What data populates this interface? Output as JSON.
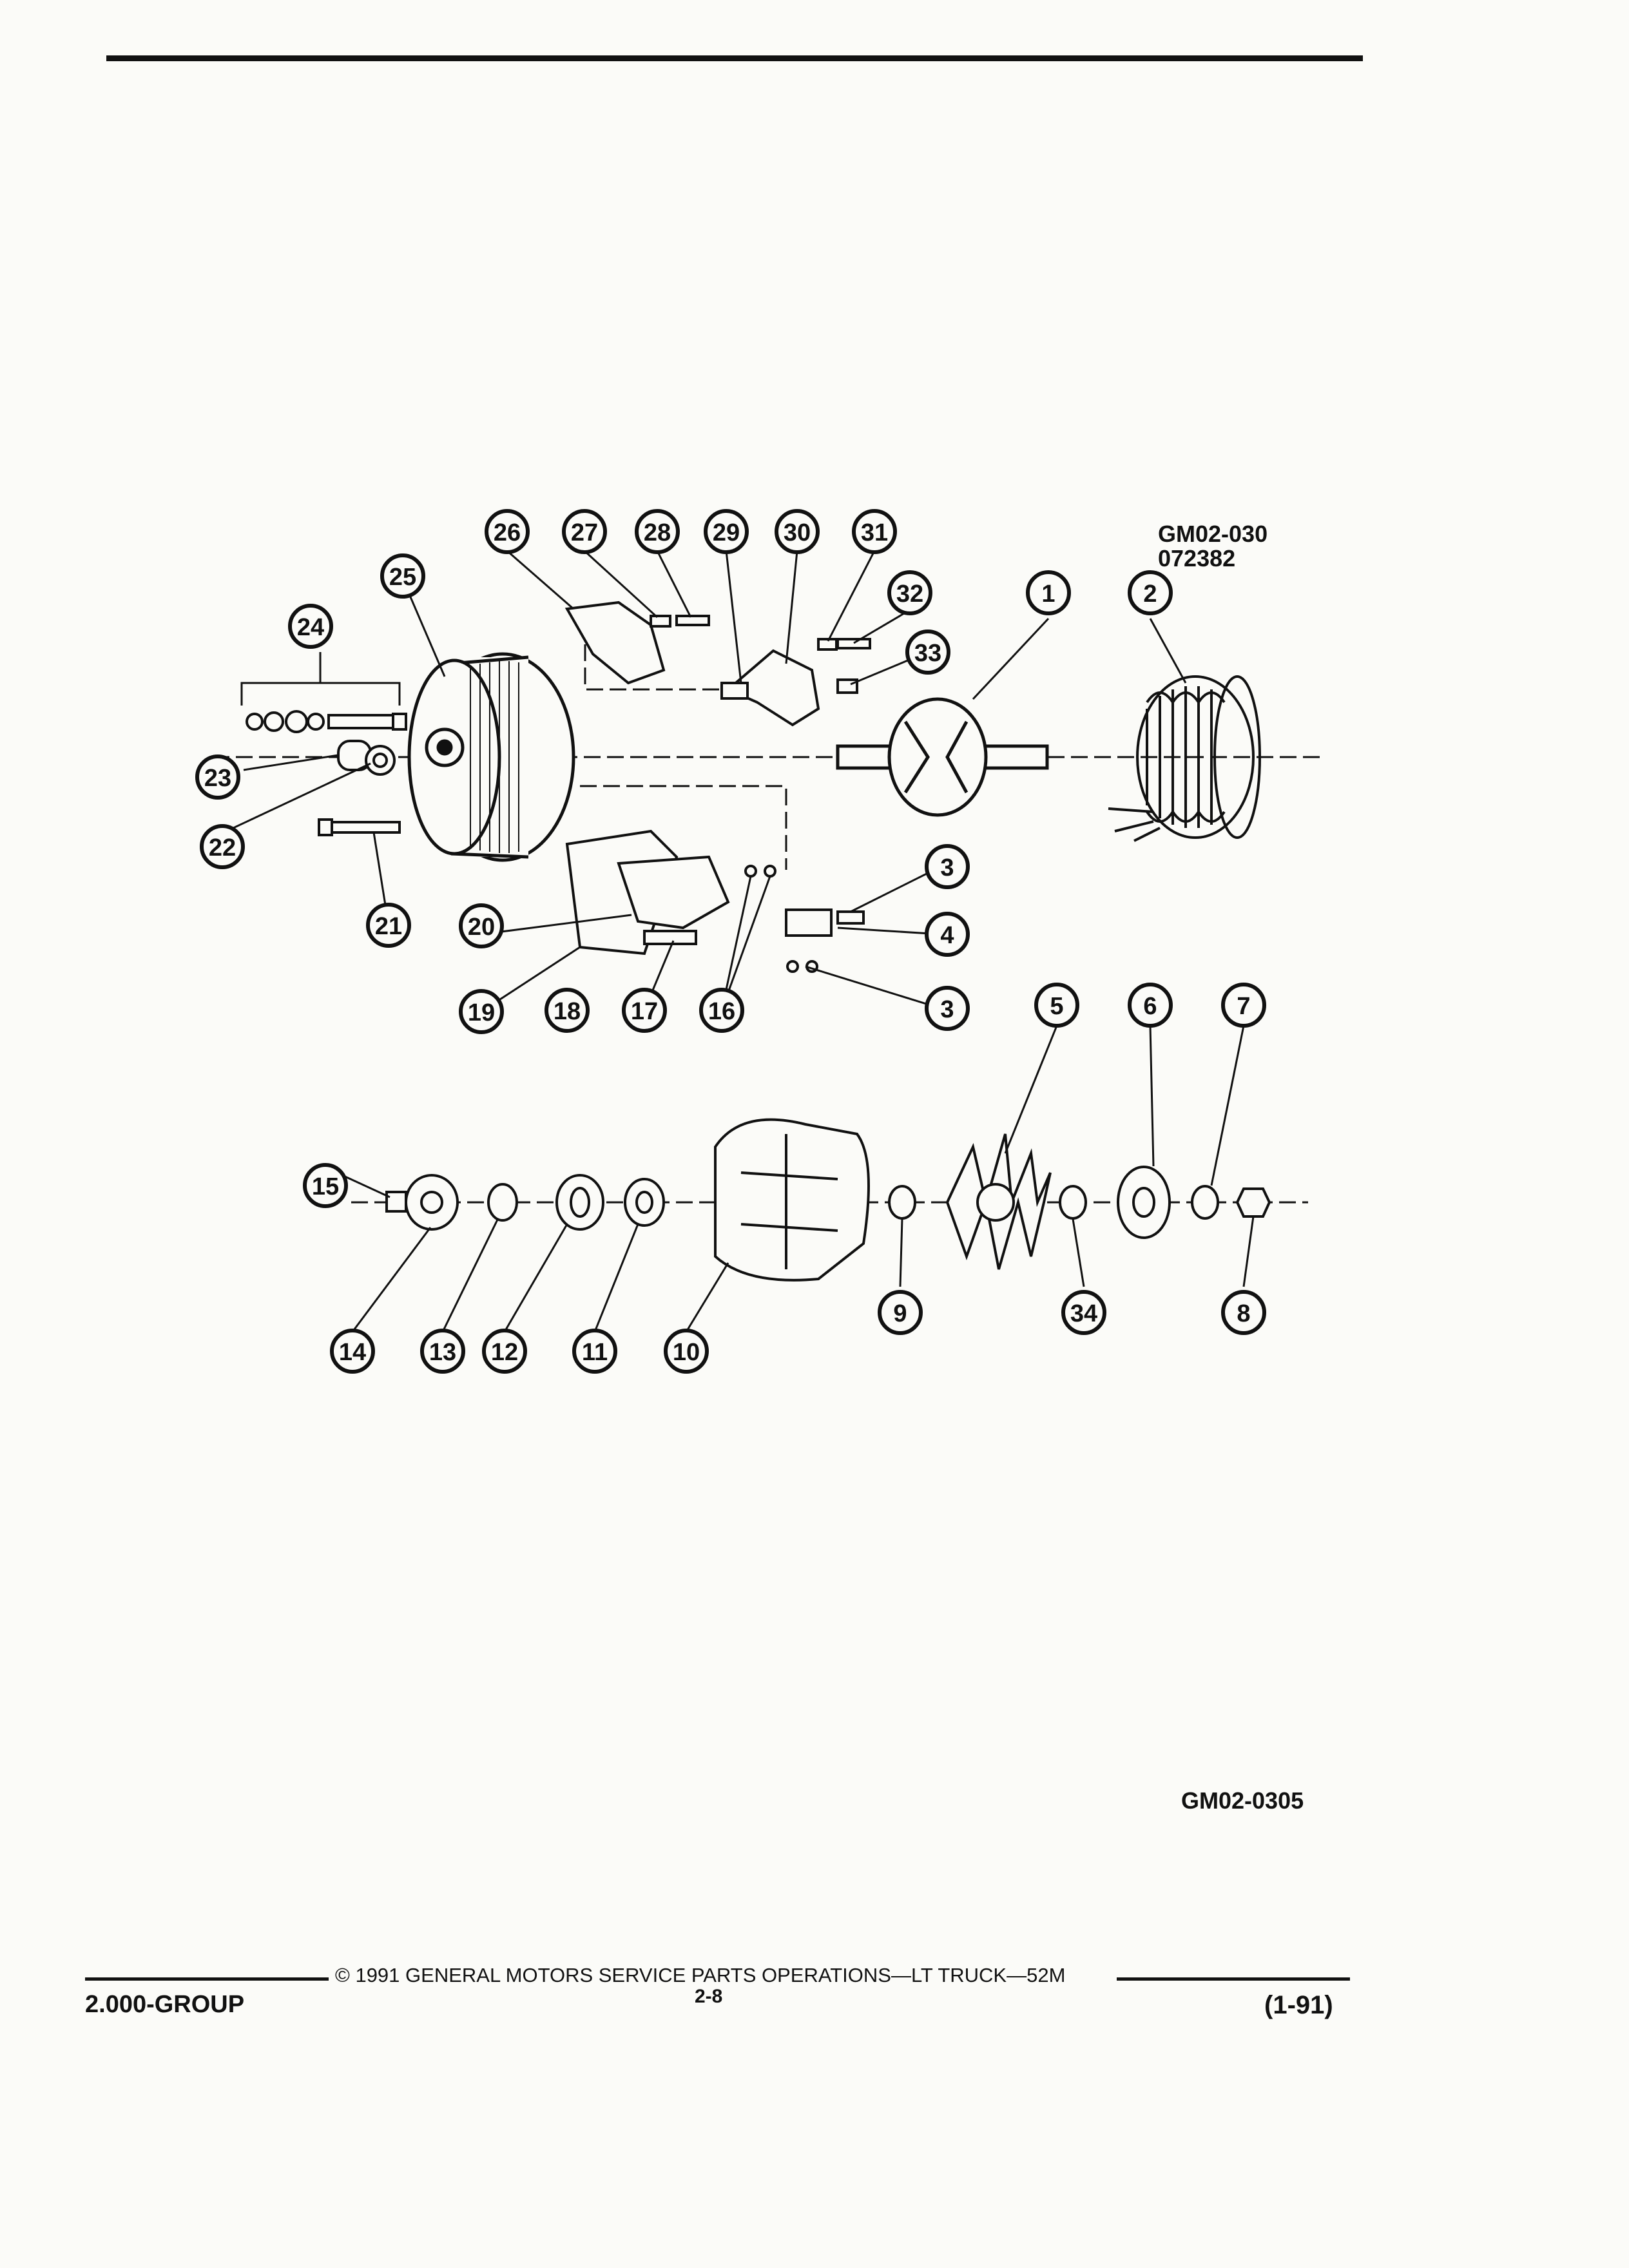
{
  "figure_codes": {
    "top": "GM02-030\n072382",
    "bottom": "GM02-0305"
  },
  "callouts": [
    "1",
    "2",
    "3",
    "3",
    "4",
    "5",
    "6",
    "7",
    "8",
    "9",
    "10",
    "11",
    "12",
    "13",
    "14",
    "15",
    "16",
    "17",
    "18",
    "19",
    "20",
    "21",
    "22",
    "23",
    "24",
    "25",
    "26",
    "27",
    "28",
    "29",
    "30",
    "31",
    "32",
    "33",
    "34"
  ],
  "footer": {
    "group": "2.000-GROUP",
    "copyright": "© 1991 GENERAL MOTORS SERVICE PARTS OPERATIONS—LT TRUCK—52M",
    "page": "2-8",
    "date": "(1-91)"
  }
}
